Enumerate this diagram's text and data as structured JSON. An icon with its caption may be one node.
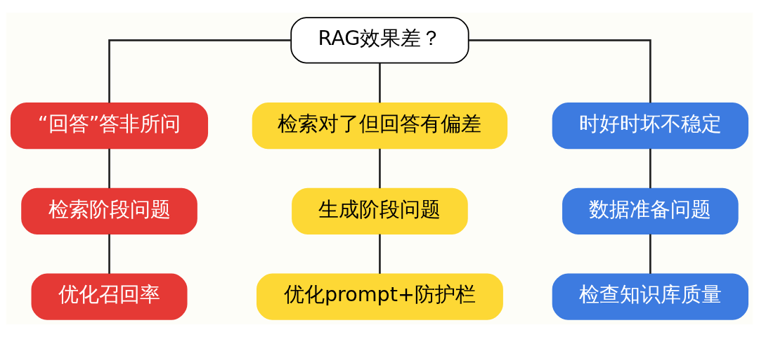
{
  "diagram": {
    "nodes": [
      {
        "text": [
          "RAG效果差？"
        ]
      },
      {
        "text": [
          "“回答”答非所问"
        ]
      },
      {
        "text": [
          "检索阶段问题"
        ]
      },
      {
        "text": [
          "优化召回率"
        ]
      },
      {
        "text": [
          "检索对了但回答有偏差"
        ]
      },
      {
        "text": [
          "生成阶段问题"
        ]
      },
      {
        "text": [
          "优化prompt+防护栏"
        ]
      },
      {
        "text": [
          "时好时坏不稳定"
        ]
      },
      {
        "text": [
          "数据准备问题"
        ]
      },
      {
        "text": [
          "检查知识库质量"
        ]
      }
    ],
    "edges": [
      {
        "from": 0,
        "to": 1,
        "arrow": "none"
      },
      {
        "from": 0,
        "to": 4,
        "arrow": "none"
      },
      {
        "from": 0,
        "to": 7,
        "arrow": "none"
      },
      {
        "from": 1,
        "to": 2,
        "arrow": "none"
      },
      {
        "from": 2,
        "to": 3,
        "arrow": "none"
      },
      {
        "from": 4,
        "to": 5,
        "arrow": "none"
      },
      {
        "from": 5,
        "to": 6,
        "arrow": "none"
      },
      {
        "from": 7,
        "to": 8,
        "arrow": "none"
      },
      {
        "from": 8,
        "to": 9,
        "arrow": "none"
      }
    ]
  }
}
